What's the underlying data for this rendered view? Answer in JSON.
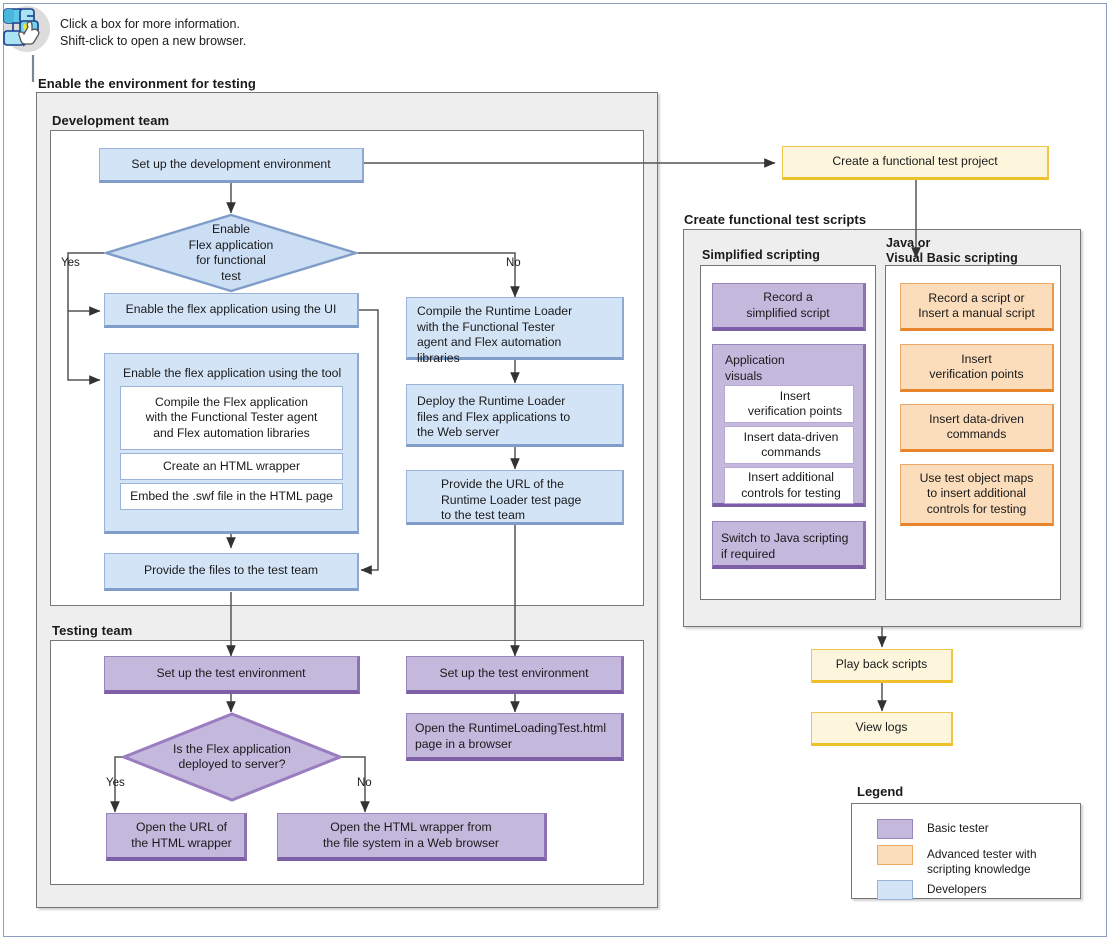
{
  "help": {
    "icon": "flowchart-click-icon",
    "text": "Click a box for more information.\nShift-click to open a new browser."
  },
  "colors": {
    "developer_fill": "#d4e4f7",
    "developer_border": "#7f9dc8",
    "basic_tester_fill": "#c4b8dd",
    "basic_tester_border": "#7d5fa8",
    "advanced_tester_fill": "#fbdcbb",
    "advanced_tester_border": "#e8842a",
    "project_fill": "#fdf6dd",
    "project_border": "#eec02c",
    "group_fill": "#eeeeee",
    "group_border": "#767676",
    "edge": "#555555"
  },
  "sections": {
    "enable_env": {
      "title": "Enable the environment for testing"
    },
    "development_team": {
      "title": "Development team"
    },
    "testing_team": {
      "title": "Testing team"
    },
    "create_scripts": {
      "title": "Create functional test scripts"
    },
    "simplified_scripting": {
      "title": "Simplified scripting"
    },
    "java_vb_scripting": {
      "title": "Java or\nVisual Basic scripting"
    }
  },
  "nodes": {
    "setup_dev_env": "Set up the development environment",
    "enable_decision": "Enable\nFlex application\nfor functional\ntest",
    "enable_via_ui": "Enable the flex application using the UI",
    "enable_via_tool": "Enable the flex application using the tool",
    "tool_step_1": "Compile the Flex application\nwith the Functional Tester agent\nand Flex automation libraries",
    "tool_step_2": "Create an HTML wrapper",
    "tool_step_3": "Embed the .swf file in the HTML page",
    "provide_files": "Provide the files to the test team",
    "compile_runtime_loader": "Compile the Runtime Loader\nwith the Functional Tester\nagent and Flex automation\nlibraries",
    "deploy_runtime_loader": "Deploy the Runtime Loader\nfiles and Flex applications to\nthe Web server",
    "provide_url": "Provide the URL of the\nRuntime Loader test page\nto the test team",
    "setup_test_env_left": "Set up the test environment",
    "setup_test_env_right": "Set up the test environment",
    "deployed_decision": "Is the Flex application\ndeployed to server?",
    "open_url_wrapper": "Open the URL of\nthe HTML wrapper",
    "open_wrapper_fs": "Open the HTML wrapper from\nthe file system in a Web browser",
    "open_runtime_test": "Open the RuntimeLoadingTest.html\npage in a browser",
    "create_test_project": "Create a functional test project",
    "record_simplified": "Record a\nsimplified script",
    "app_visuals": "Application\nvisuals",
    "av_step_1": "Insert\nverification points",
    "av_step_2": "Insert data-driven\ncommands",
    "av_step_3": "Insert additional\ncontrols for testing",
    "switch_java": "Switch to Java scripting\nif required",
    "record_or_manual": "Record a script or\nInsert a manual script",
    "insert_vp": "Insert\nverification points",
    "insert_ddc": "Insert data-driven\ncommands",
    "use_tom": "Use test object maps\nto insert additional\ncontrols for testing",
    "play_back": "Play back scripts",
    "view_logs": "View logs"
  },
  "edge_labels": {
    "enable_yes": "Yes",
    "enable_no": "No",
    "deployed_yes": "Yes",
    "deployed_no": "No"
  },
  "legend": {
    "title": "Legend",
    "items": [
      {
        "swatch": "basic-tester-swatch",
        "label": "Basic tester"
      },
      {
        "swatch": "advanced-tester-swatch",
        "label": "Advanced tester with\nscripting knowledge"
      },
      {
        "swatch": "developers-swatch",
        "label": "Developers"
      }
    ]
  }
}
